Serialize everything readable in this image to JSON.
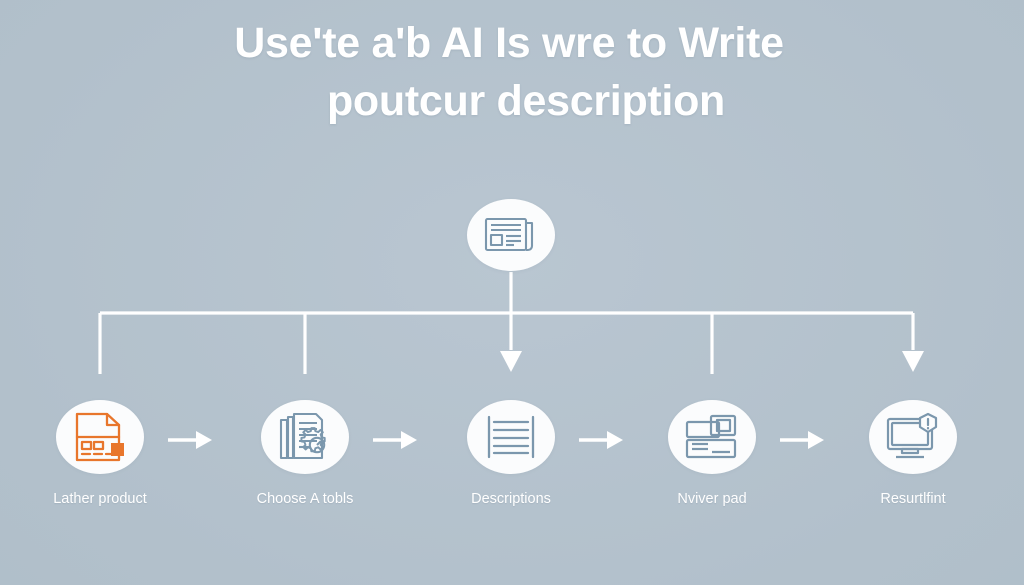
{
  "title": {
    "line_1": "Use'te a'b AI Is wre to Write",
    "line_2": "poutcur description"
  },
  "colors": {
    "background": "#b4c2cd",
    "text": "#ffffff",
    "circle_fill": "#fbfcfd",
    "icon_blue": "#7b97ad",
    "icon_orange": "#e8762c",
    "connector": "#ffffff"
  },
  "hub": {
    "icon": "article-document-icon",
    "label": ""
  },
  "steps": [
    {
      "label": "Lather product",
      "icon": "product-document-icon",
      "accent": "#e8762c"
    },
    {
      "label": "Choose A tobls",
      "icon": "document-gear-icon",
      "accent": "#7b97ad"
    },
    {
      "label": "Descriptions",
      "icon": "text-lines-icon",
      "accent": "#7b97ad"
    },
    {
      "label": "Nviver pad",
      "icon": "layered-cards-icon",
      "accent": "#7b97ad"
    },
    {
      "label": "Resurtlfint",
      "icon": "monitor-alert-shield-icon",
      "accent": "#7b97ad"
    }
  ],
  "connectors": {
    "arrow_icon": "arrow-right-icon",
    "branch_arrow_icon": "arrow-down-icon",
    "count_between_steps": 4
  }
}
